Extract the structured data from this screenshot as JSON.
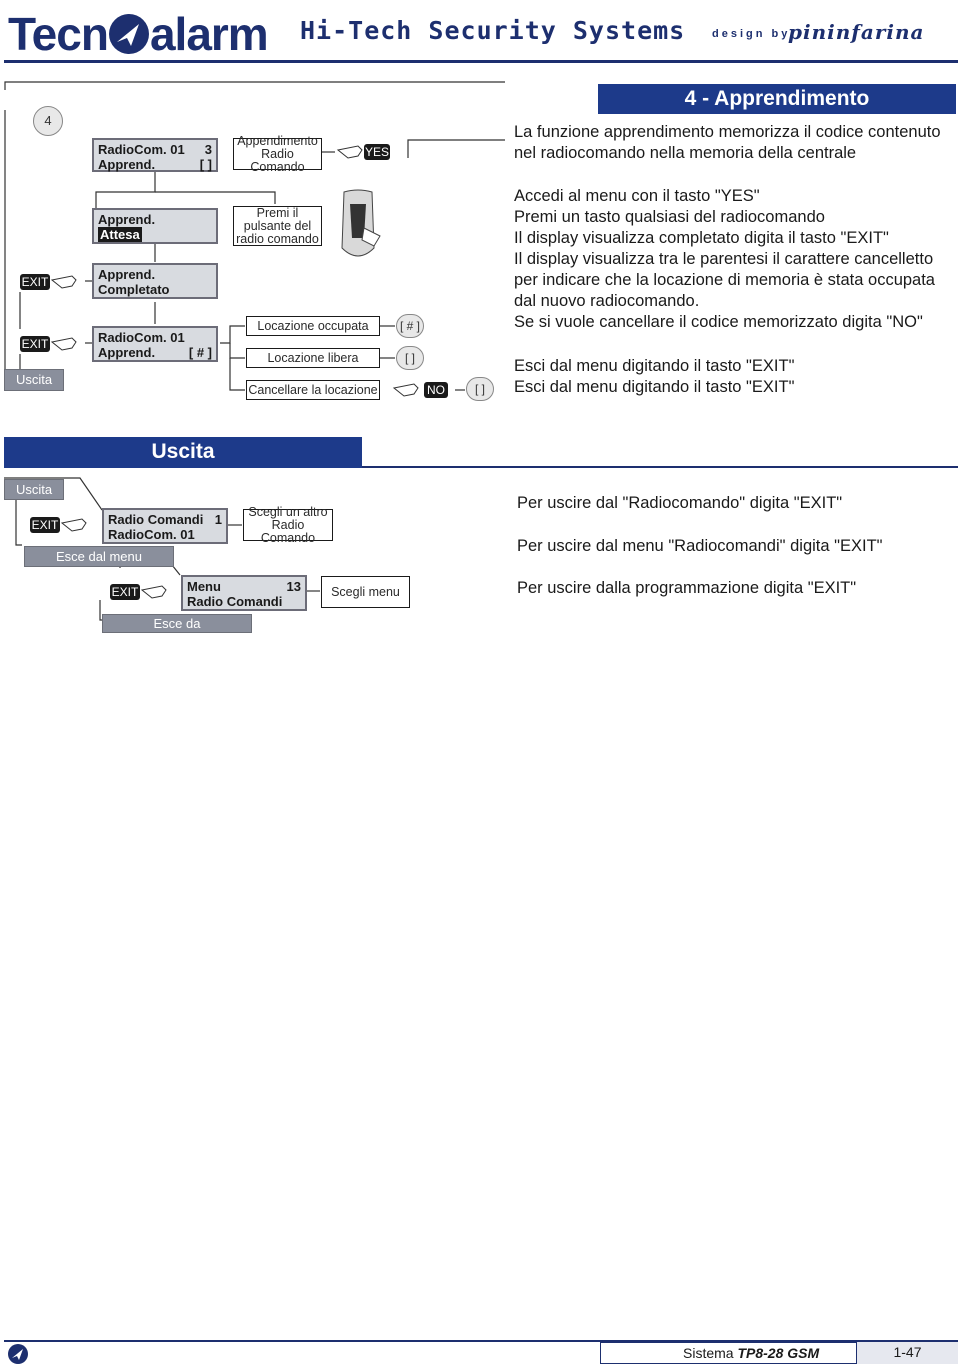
{
  "header": {
    "logo_left": "Tecn",
    "logo_right": "alarm",
    "tagline": "Hi-Tech Security Systems",
    "design_by": "design by",
    "designer": "pininfarina"
  },
  "section1": {
    "title": "4 - Apprendimento",
    "step_number": "4",
    "lcd_main": {
      "line1_left": "RadioCom. 01",
      "line1_right": "3",
      "line2_left": "Apprend.",
      "line2_right": "[ ]"
    },
    "box_appendimento": "Appendimento Radio Comando",
    "key_yes": "YES",
    "lcd_attesa": {
      "line1": "Apprend.",
      "line2": "Attesa"
    },
    "box_premi": "Premi il pulsante del radio comando",
    "lcd_completato": {
      "line1": "Apprend.",
      "line2": "Completato"
    },
    "lcd_result": {
      "line1": "RadioCom. 01",
      "line2_left": "Apprend.",
      "line2_right": "[ # ]"
    },
    "box_occupata": "Locazione occupata",
    "box_libera": "Locazione libera",
    "box_cancellare": "Cancellare la locazione",
    "oval_hash": "[ # ]",
    "oval_empty": "[  ]",
    "oval_empty2": "[  ]",
    "key_no": "NO",
    "key_exit1": "EXIT",
    "key_exit2": "EXIT",
    "uscita_label": "Uscita",
    "intro": [
      "La funzione apprendimento memorizza il codice contenuto",
      "nel radiocomando nella memoria della centrale"
    ],
    "steps": [
      "Accedi al menu con il tasto \"YES\"",
      "Premi un tasto qualsiasi del radiocomando",
      "Il display visualizza completato digita il tasto \"EXIT\"",
      "Il display visualizza tra le parentesi il carattere cancelletto",
      "per indicare che la locazione di memoria è stata occupata",
      "dal nuovo radiocomando.",
      "Se si vuole cancellare il codice memorizzato digita \"NO\""
    ],
    "exit_steps": [
      "Esci dal menu digitando il tasto \"EXIT\"",
      "Esci dal menu digitando il tasto \"EXIT\""
    ]
  },
  "section2": {
    "title": "Uscita",
    "uscita_label": "Uscita",
    "key_exit1": "EXIT",
    "lcd_radio": {
      "line1_left": "Radio Comandi",
      "line1_right": "1",
      "line2": "RadioCom. 01"
    },
    "box_scegli_altro": "Scegli un altro Radio Comando",
    "esce_menu": "Esce dal menu",
    "key_exit2": "EXIT",
    "lcd_menu": {
      "line1_left": "Menu",
      "line1_right": "13",
      "line2": "Radio Comandi"
    },
    "box_scegli_menu": "Scegli menu",
    "esce_prog": "Esce da programmazione",
    "lines": [
      "Per uscire dal \"Radiocomando\" digita \"EXIT\"",
      "Per uscire dal menu \"Radiocomandi\" digita \"EXIT\"",
      "Per uscire dalla programmazione digita \"EXIT\""
    ]
  },
  "footer": {
    "system_label": "Sistema",
    "system_name": "TP8-28 GSM",
    "page": "1-47"
  }
}
